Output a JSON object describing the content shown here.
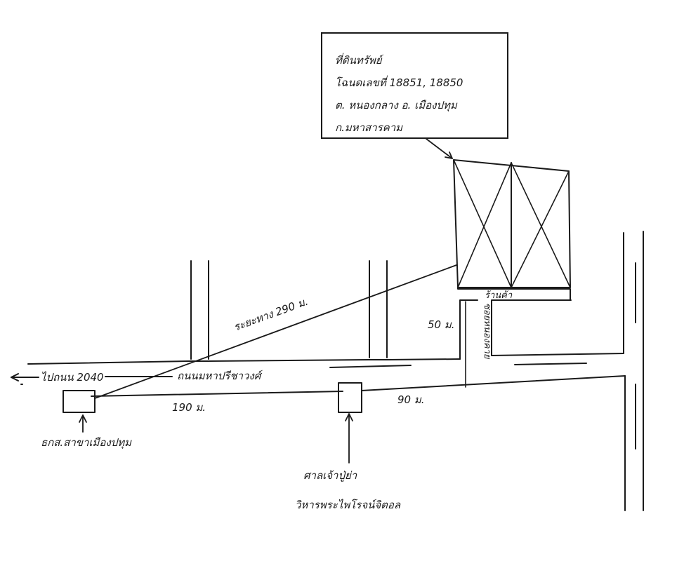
{
  "property_note": {
    "line1": "ที่ดินทรัพย์",
    "line2": "โฉนดเลขที่ 18851, 18850",
    "line3": "ต. หนองกลาง อ. เมืองปทุม",
    "line4": "ก.มหาสารคาม"
  },
  "labels": {
    "road_main": "ถนนมหาปรีชาวงศ์",
    "to_road": "ไปถนน 2040",
    "distance_diagonal": "ระยะทาง 290 ม.",
    "distance_190": "190 ม.",
    "distance_90": "90 ม.",
    "distance_50": "50 ม.",
    "side_road": "ซอยหนองคาย",
    "corner_label": "ร้านค้า",
    "bank_label": "ธกส.สาขาเมืองปทุม",
    "temple_line1": "ศาลเจ้าปู่ย่า",
    "temple_line2": "วิหารพระไพโรจน์จิตอล"
  }
}
